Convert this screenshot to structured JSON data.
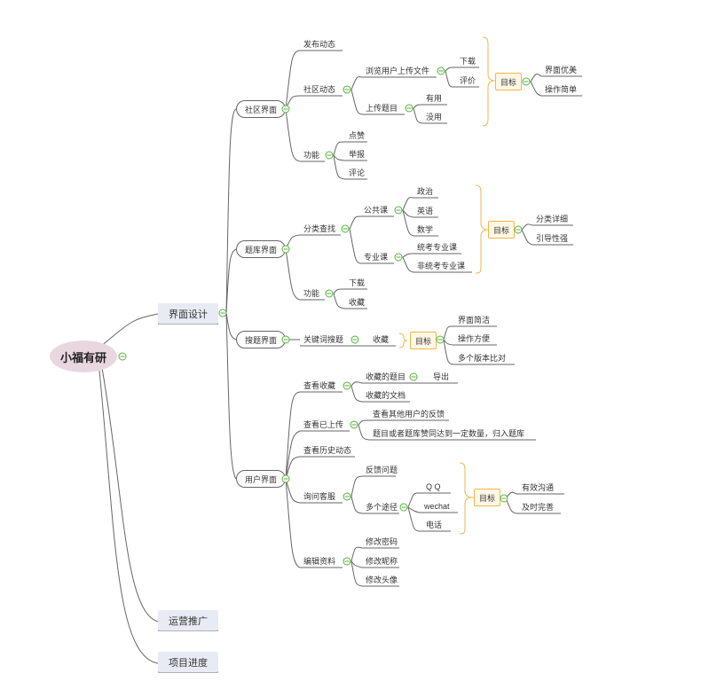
{
  "root": "小福有研",
  "branches": {
    "ui_design": "界面设计",
    "operations": "运营推广",
    "progress": "项目进度"
  },
  "community": {
    "title": "社区界面",
    "post": "发布动态",
    "feed": "社区动态",
    "browse": "浏览用户上传文件",
    "download": "下载",
    "review": "评价",
    "upload_q": "上传题目",
    "useful": "有用",
    "useless": "没用",
    "features": "功能",
    "like": "点赞",
    "report": "举报",
    "comment": "评论",
    "goal": "目标",
    "goal_items": [
      "界面优美",
      "操作简单"
    ]
  },
  "bank": {
    "title": "题库界面",
    "category": "分类查找",
    "public": "公共课",
    "politics": "政治",
    "english": "英语",
    "math": "数学",
    "major": "专业课",
    "unified": "统考专业课",
    "non_unified": "非统考专业课",
    "features": "功能",
    "download": "下载",
    "favorite": "收藏",
    "goal": "目标",
    "goal_items": [
      "分类详细",
      "引导性强"
    ]
  },
  "search": {
    "title": "搜题界面",
    "keyword": "关键词搜题",
    "favorite": "收藏",
    "goal": "目标",
    "goal_items": [
      "界面简洁",
      "操作方便",
      "多个版本比对"
    ]
  },
  "user": {
    "title": "用户界面",
    "view_fav": "查看收藏",
    "fav_q": "收藏的题目",
    "export": "导出",
    "fav_doc": "收藏的文档",
    "view_uploaded": "查看已上传",
    "feedback_others": "查看其他用户的反馈",
    "rule": "题目或者题库赞同达到一定数量，归入题库",
    "history": "查看历史动态",
    "support": "询问客服",
    "report_issue": "反馈问题",
    "channels": "多个途径",
    "qq": "Q Q",
    "wechat": "wechat",
    "phone": "电话",
    "edit": "编辑资料",
    "change_pwd": "修改密码",
    "change_nick": "修改昵称",
    "change_avatar": "修改头像",
    "goal": "目标",
    "goal_items": [
      "有效沟通",
      "及时完善"
    ]
  },
  "colors": {
    "line": "#666666",
    "toggle": "#52b43a",
    "target_border": "#f0b64a",
    "root_fill": "#e9d7df",
    "branch_fill": "#e8ebf4"
  }
}
